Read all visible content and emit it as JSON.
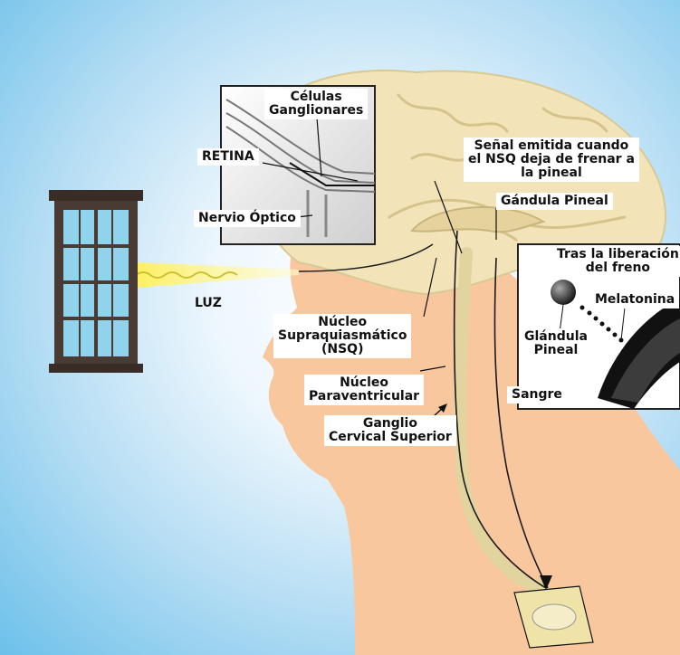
{
  "labels": {
    "celulas_ganglionares": [
      "Células",
      "Ganglionares"
    ],
    "retina": "RETINA",
    "nervio_optico": "Nervio Óptico",
    "senal": [
      "Señal emitida cuando",
      "el NSQ deja de frenar a",
      "la pineal"
    ],
    "gandula_pineal": "Gándula Pineal",
    "tras_liberacion": [
      "Tras la liberación",
      "del freno"
    ],
    "melatonina": "Melatonina",
    "glandula_pineal": [
      "Glándula",
      "Pineal"
    ],
    "sangre": "Sangre",
    "luz": "LUZ",
    "nsq": [
      "Núcleo",
      "Supraquiasmático",
      "(NSQ)"
    ],
    "paraventricular": [
      "Núcleo",
      "Paraventricular"
    ],
    "ganglio": [
      "Ganglio",
      "Cervical Superior"
    ]
  },
  "colors": {
    "skin": "#f9c79e",
    "brain": "#f2e4b8",
    "nerve_path": "#d9c98f",
    "light_beam": "#fff7a0",
    "window_frame": "#4a3a34",
    "window_glass": "#8fd3ec",
    "background_edge": "#6cc0ea"
  }
}
